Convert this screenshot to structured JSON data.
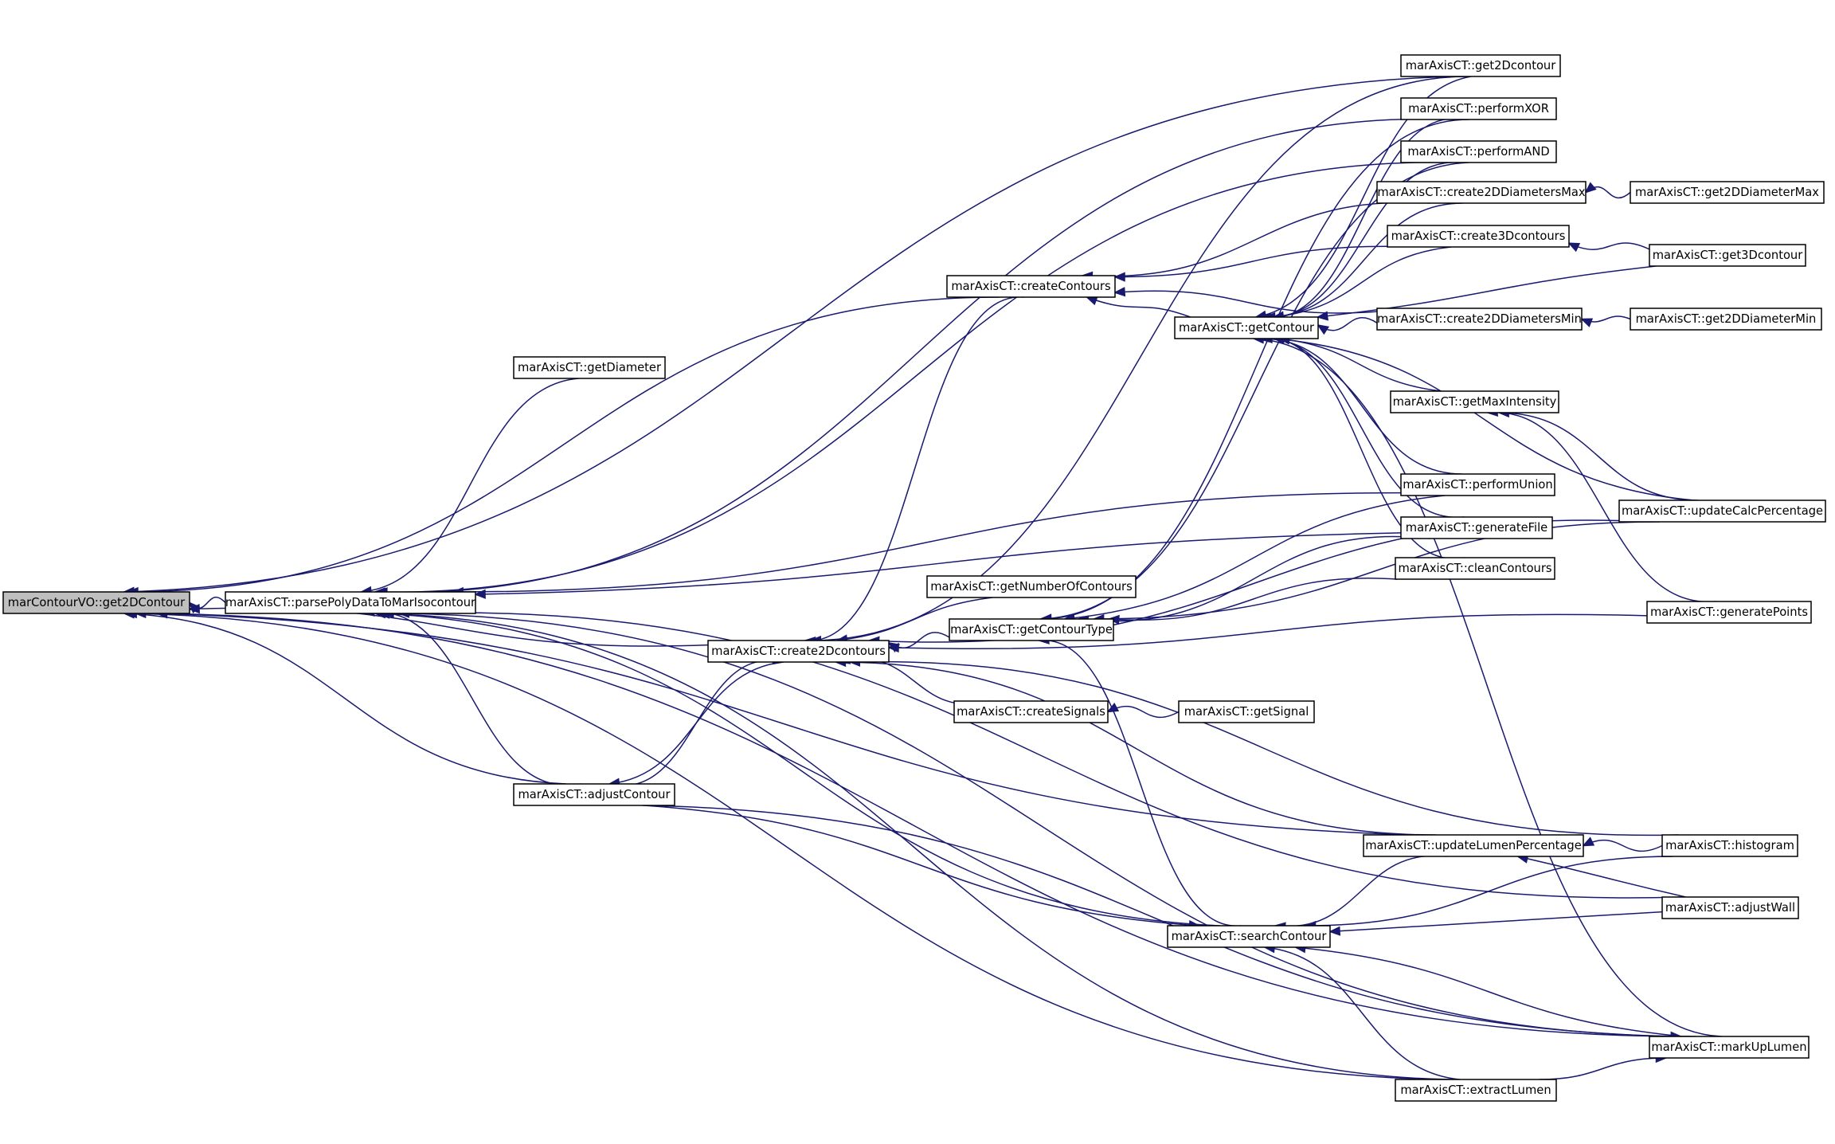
{
  "graph": {
    "root": "get2DContour",
    "edge_color": "#191970",
    "root_fill": "#bfbfbf",
    "node_fill": "#ffffff",
    "nodes": [
      {
        "id": "get2DContour",
        "label": "marContourVO::get2DContour"
      },
      {
        "id": "parsePolyData",
        "label": "marAxisCT::parsePolyDataToMarIsocontour"
      },
      {
        "id": "getDiameter",
        "label": "marAxisCT::getDiameter"
      },
      {
        "id": "adjustContour",
        "label": "marAxisCT::adjustContour"
      },
      {
        "id": "create2Dcontours",
        "label": "marAxisCT::create2Dcontours"
      },
      {
        "id": "createContours",
        "label": "marAxisCT::createContours"
      },
      {
        "id": "getNumberOfContours",
        "label": "marAxisCT::getNumberOfContours"
      },
      {
        "id": "getContourType",
        "label": "marAxisCT::getContourType"
      },
      {
        "id": "createSignals",
        "label": "marAxisCT::createSignals"
      },
      {
        "id": "getSignal",
        "label": "marAxisCT::getSignal"
      },
      {
        "id": "getContour",
        "label": "marAxisCT::getContour"
      },
      {
        "id": "searchContour",
        "label": "marAxisCT::searchContour"
      },
      {
        "id": "get2Dcontour",
        "label": "marAxisCT::get2Dcontour"
      },
      {
        "id": "performXOR",
        "label": "marAxisCT::performXOR"
      },
      {
        "id": "performAND",
        "label": "marAxisCT::performAND"
      },
      {
        "id": "create2DDiametersMax",
        "label": "marAxisCT::create2DDiametersMax"
      },
      {
        "id": "get2DDiameterMax",
        "label": "marAxisCT::get2DDiameterMax"
      },
      {
        "id": "create3Dcontours",
        "label": "marAxisCT::create3Dcontours"
      },
      {
        "id": "get3Dcontour",
        "label": "marAxisCT::get3Dcontour"
      },
      {
        "id": "create2DDiametersMin",
        "label": "marAxisCT::create2DDiametersMin"
      },
      {
        "id": "get2DDiameterMin",
        "label": "marAxisCT::get2DDiameterMin"
      },
      {
        "id": "getMaxIntensity",
        "label": "marAxisCT::getMaxIntensity"
      },
      {
        "id": "performUnion",
        "label": "marAxisCT::performUnion"
      },
      {
        "id": "updateCalcPercentage",
        "label": "marAxisCT::updateCalcPercentage"
      },
      {
        "id": "generateFile",
        "label": "marAxisCT::generateFile"
      },
      {
        "id": "cleanContours",
        "label": "marAxisCT::cleanContours"
      },
      {
        "id": "generatePoints",
        "label": "marAxisCT::generatePoints"
      },
      {
        "id": "updateLumenPercentage",
        "label": "marAxisCT::updateLumenPercentage"
      },
      {
        "id": "histogram",
        "label": "marAxisCT::histogram"
      },
      {
        "id": "adjustWall",
        "label": "marAxisCT::adjustWall"
      },
      {
        "id": "markUpLumen",
        "label": "marAxisCT::markUpLumen"
      },
      {
        "id": "extractLumen",
        "label": "marAxisCT::extractLumen"
      }
    ],
    "edges": [
      [
        "parsePolyData",
        "get2DContour"
      ],
      [
        "adjustContour",
        "get2DContour"
      ],
      [
        "createContours",
        "get2DContour"
      ],
      [
        "create2Dcontours",
        "get2DContour"
      ],
      [
        "get2Dcontour",
        "get2DContour"
      ],
      [
        "updateLumenPercentage",
        "get2DContour"
      ],
      [
        "extractLumen",
        "get2DContour"
      ],
      [
        "markUpLumen",
        "get2DContour"
      ],
      [
        "getDiameter",
        "parsePolyData"
      ],
      [
        "adjustContour",
        "parsePolyData"
      ],
      [
        "performXOR",
        "parsePolyData"
      ],
      [
        "performAND",
        "parsePolyData"
      ],
      [
        "performUnion",
        "parsePolyData"
      ],
      [
        "generateFile",
        "parsePolyData"
      ],
      [
        "adjustWall",
        "parsePolyData"
      ],
      [
        "searchContour",
        "parsePolyData"
      ],
      [
        "extractLumen",
        "parsePolyData"
      ],
      [
        "markUpLumen",
        "parsePolyData"
      ],
      [
        "create2Dcontours",
        "adjustContour"
      ],
      [
        "adjustContour",
        "create2Dcontours"
      ],
      [
        "getContourType",
        "create2Dcontours"
      ],
      [
        "createContours",
        "create2Dcontours"
      ],
      [
        "get2Dcontour",
        "create2Dcontours"
      ],
      [
        "getNumberOfContours",
        "create2Dcontours"
      ],
      [
        "createSignals",
        "create2Dcontours"
      ],
      [
        "updateCalcPercentage",
        "create2Dcontours"
      ],
      [
        "generatePoints",
        "create2Dcontours"
      ],
      [
        "updateLumenPercentage",
        "create2Dcontours"
      ],
      [
        "histogram",
        "create2Dcontours"
      ],
      [
        "getSignal",
        "createSignals"
      ],
      [
        "getContour",
        "createContours"
      ],
      [
        "create2DDiametersMax",
        "createContours"
      ],
      [
        "create3Dcontours",
        "createContours"
      ],
      [
        "create2DDiametersMin",
        "createContours"
      ],
      [
        "get2Dcontour",
        "getContour"
      ],
      [
        "performXOR",
        "getContour"
      ],
      [
        "performAND",
        "getContour"
      ],
      [
        "create2DDiametersMax",
        "getContour"
      ],
      [
        "create3Dcontours",
        "getContour"
      ],
      [
        "get3Dcontour",
        "getContour"
      ],
      [
        "create2DDiametersMin",
        "getContour"
      ],
      [
        "getMaxIntensity",
        "getContour"
      ],
      [
        "performUnion",
        "getContour"
      ],
      [
        "generateFile",
        "getContour"
      ],
      [
        "cleanContours",
        "getContour"
      ],
      [
        "updateCalcPercentage",
        "getContour"
      ],
      [
        "markUpLumen",
        "getContour"
      ],
      [
        "performXOR",
        "getContourType"
      ],
      [
        "performAND",
        "getContourType"
      ],
      [
        "performUnion",
        "getContourType"
      ],
      [
        "generateFile",
        "getContourType"
      ],
      [
        "cleanContours",
        "getContourType"
      ],
      [
        "updateCalcPercentage",
        "getContourType"
      ],
      [
        "searchContour",
        "getContourType"
      ],
      [
        "get2DDiameterMax",
        "create2DDiametersMax"
      ],
      [
        "get3Dcontour",
        "create3Dcontours"
      ],
      [
        "get2DDiameterMin",
        "create2DDiametersMin"
      ],
      [
        "updateCalcPercentage",
        "getMaxIntensity"
      ],
      [
        "generatePoints",
        "getMaxIntensity"
      ],
      [
        "histogram",
        "updateLumenPercentage"
      ],
      [
        "adjustWall",
        "updateLumenPercentage"
      ],
      [
        "updateLumenPercentage",
        "searchContour"
      ],
      [
        "histogram",
        "searchContour"
      ],
      [
        "adjustWall",
        "searchContour"
      ],
      [
        "adjustContour",
        "searchContour"
      ],
      [
        "markUpLumen",
        "searchContour"
      ],
      [
        "extractLumen",
        "searchContour"
      ],
      [
        "extractLumen",
        "markUpLumen"
      ],
      [
        "adjustContour",
        "markUpLumen"
      ]
    ]
  }
}
